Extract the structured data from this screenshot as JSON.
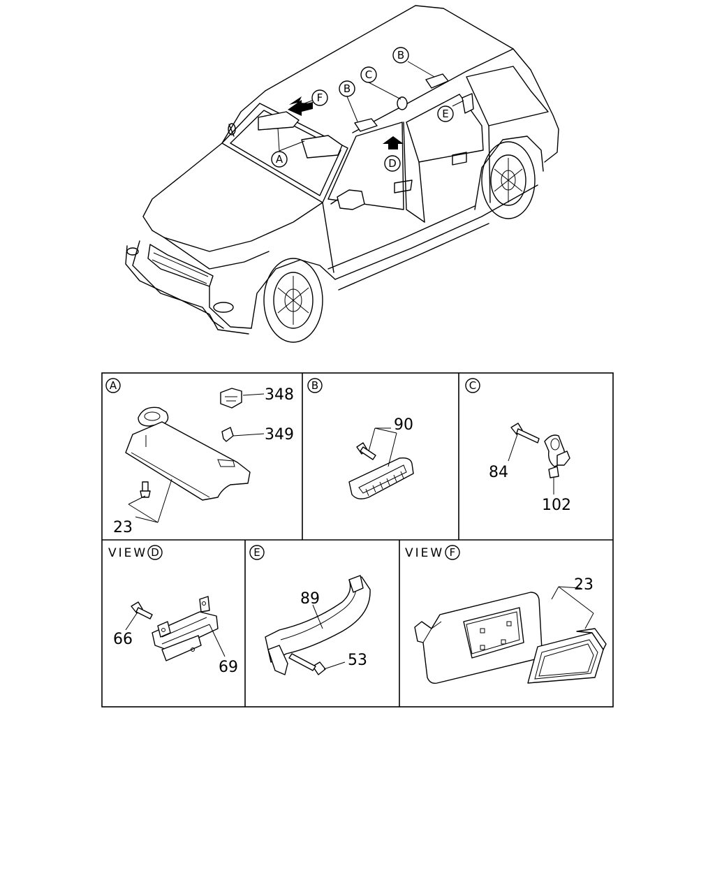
{
  "callouts_on_vehicle": {
    "a": "A",
    "b1": "B",
    "b2": "B",
    "c": "C",
    "d": "D",
    "e": "E",
    "f": "F"
  },
  "panels": {
    "a": {
      "letter": "A",
      "parts": [
        "348",
        "349",
        "23"
      ]
    },
    "b": {
      "letter": "B",
      "parts": [
        "90"
      ]
    },
    "c": {
      "letter": "C",
      "parts": [
        "84",
        "102"
      ]
    },
    "d": {
      "view_label": "VIEW",
      "letter": "D",
      "parts": [
        "66",
        "69"
      ]
    },
    "e": {
      "letter": "E",
      "parts": [
        "89",
        "53"
      ]
    },
    "f": {
      "view_label": "VIEW",
      "letter": "F",
      "parts": [
        "23"
      ]
    }
  }
}
